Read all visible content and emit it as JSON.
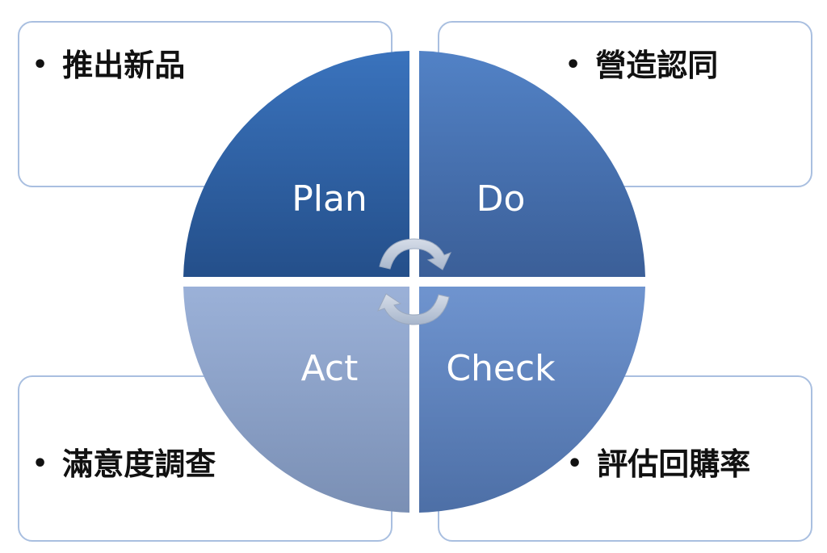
{
  "quadrants": {
    "plan": {
      "label": "Plan",
      "note": "推出新品"
    },
    "do": {
      "label": "Do",
      "note": "營造認同"
    },
    "act": {
      "label": "Act",
      "note": "滿意度調查"
    },
    "check": {
      "label": "Check",
      "note": "評估回購率"
    }
  },
  "bullet": "•",
  "colors": {
    "plan": "#2c5f9e",
    "do": "#3f6daa",
    "act": "#8ea2c4",
    "check": "#5b7fb8",
    "box_border": "#a9bfe0",
    "arrows": "#b8c4d6"
  },
  "icons": [
    "cycle-arrow-icon"
  ]
}
